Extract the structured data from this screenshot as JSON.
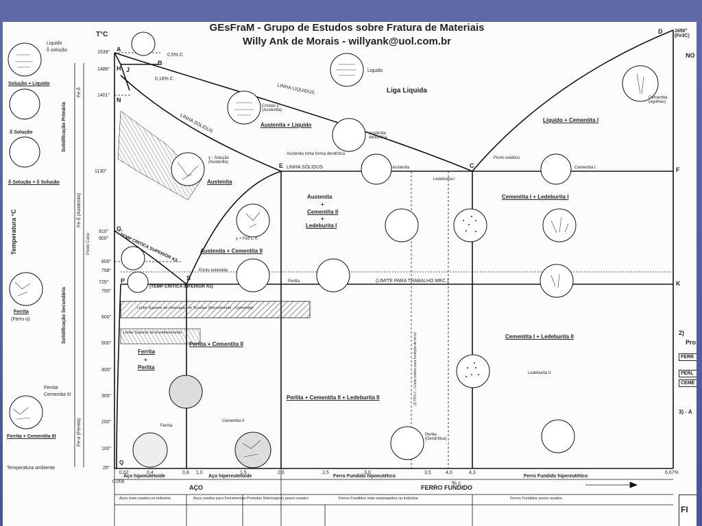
{
  "header": {
    "title_line1": "GEsFraM - Grupo de Estudos sobre Fratura de Materiais",
    "title_line2": "Willy Ank de Morais - willyank@uol.com.br"
  },
  "axes": {
    "y_title": "T°C",
    "y_label": "Temperatura °C",
    "x_unit": "% c",
    "ambient": "Temperatura ambiente",
    "x_ticks": [
      "0,006",
      "0,02",
      "0,4",
      "0,8",
      "1,0",
      "1,5",
      "2,0",
      "2,5",
      "3,0",
      "3,5",
      "4,0",
      "4,3",
      "6,67%"
    ],
    "y_ticks": [
      "1539°",
      "1486°",
      "1401°",
      "1130°",
      "910°",
      "900°",
      "800°",
      "768°",
      "725°",
      "700°",
      "600°",
      "500°",
      "400°",
      "300°",
      "200°",
      "100°",
      "25°"
    ],
    "top_right": "1650° (Fe3C)"
  },
  "points": {
    "A": "A",
    "B": "B",
    "H": "H",
    "J": "J",
    "N": "N",
    "D": "D",
    "E": "E",
    "C": "C",
    "F": "F",
    "G": "G",
    "S": "S",
    "P": "P",
    "K": "K",
    "Q": "Q"
  },
  "lines": {
    "liquidus": "LINHA LIQUIDUS",
    "solidus": "LINHA SÓLIDUS",
    "solidus2": "LINHA SÓLIDUS",
    "limit_work": "(LIMITE PARA TRABALHO MEC.)",
    "a3": "TEMP CRITICA SUPERIOR A3",
    "a1": "(TEMP CRITICA INFERIOR A1)",
    "eutectic_point": "Ponto eutético",
    "eutectoid_point": "Ponto eutetoide",
    "c05": "0,5% C",
    "c018": "0,18% C",
    "practical_limit": "(3,75% C - Limite prático para fundição de ferro)"
  },
  "phases": {
    "liquid": "Liga Liquida",
    "aust_liq": "Austenita + Liquido",
    "liq_cem": "Liquido + Cementita I",
    "austenita": "Austenita",
    "aust_cem": "Austenita + Cementita II",
    "aust_cem_led_1": "Austenita",
    "aust_cem_led_2": "+",
    "aust_cem_led_3": "Cementita II",
    "aust_cem_led_4": "+",
    "aust_cem_led_5": "Ledeburita I",
    "cem_led": "Cementita I + Ledeburita I",
    "cem_led2": "Cementita I + Ledeburita II",
    "ferr_1": "Ferrita",
    "ferr_2": "+",
    "ferr_3": "Perlita",
    "perl_cem": "Perlita + Cementita II",
    "perl_cem_led": "Perlita + Cementita II + Ledeburita II",
    "aust_dendr": "Austenita toma forma dendrítica",
    "limite_sup_tensoes": "Limite Superior de eliminação de Tensões (Recozimento - Cementita)",
    "limite_sup_envelh": "Limite Superior de Envelhecimento"
  },
  "left_legend": {
    "liquido": "Liquido",
    "d_solucao": "δ solução",
    "sol_liq": "Solução + Liquido",
    "delta_sol": "δ Solução",
    "delta_gamma": "δ Solução + δ Solução",
    "ferrita": "Ferrita",
    "ferro_alpha": "(Ferro α)",
    "ferrita_cem": "Ferrita + Cementita III",
    "ferrita_lbl": "Ferrita",
    "cementita_iii": "Cementita III",
    "sol_prim": "Solidificação Primária",
    "sol_sec": "Solidificação Secundária",
    "fe_d": "Fe-δ",
    "fe_g": "Fe-δ (Austenita)",
    "fe_a": "Fe-α (Ferrita)",
    "ponto_curie": "Ponto Curie"
  },
  "bottom": {
    "aco_hipo": "Aço hipoeutetoide",
    "aco_hiper": "Aço hipereutetoide",
    "aco": "AÇO",
    "ff_hipo": "Ferro Fundido hipoeutético",
    "ff_hiper": "Ferro Fundido hipereutético",
    "ferro_fundido": "FERRO FUNDIDO",
    "note1": "Aços mais usados na indústria",
    "note2": "Aços usados para Ferramentas",
    "note3": "Produtos Siderúrgicos pouco usados",
    "note4": "Ferros Fundidos mais empregados na Indústria",
    "note5": "Ferros Fundidos pouco usados"
  },
  "right_panel": {
    "no": "NO",
    "p2": "2)",
    "pro": "Pro",
    "ferr": "FERR",
    "perl": "PERL",
    "ceme": "CEME",
    "p3": "3) - A",
    "fi": "FI"
  },
  "micro_labels": {
    "liquido": "Liquido",
    "cementita": "Cementita (agulhas)",
    "cristais": "Cristais γ (Austenita)",
    "aust_dendritica": "Austenita dendrítica",
    "perlita": "Perlita",
    "cementita_ii": "Cementita II",
    "ledeburita_i": "Ledeburita I",
    "ledeburita_ii": "Ledeburita II",
    "austenita": "Austenita",
    "cementita_i": "Cementita I",
    "ferrita": "Ferrita",
    "gamma_sol": "γ - Solução (Austenita)",
    "gamma_fe3c": "γ + Fe3 C II",
    "perlita_dendrit": "Perlita (Dendrítica)"
  }
}
